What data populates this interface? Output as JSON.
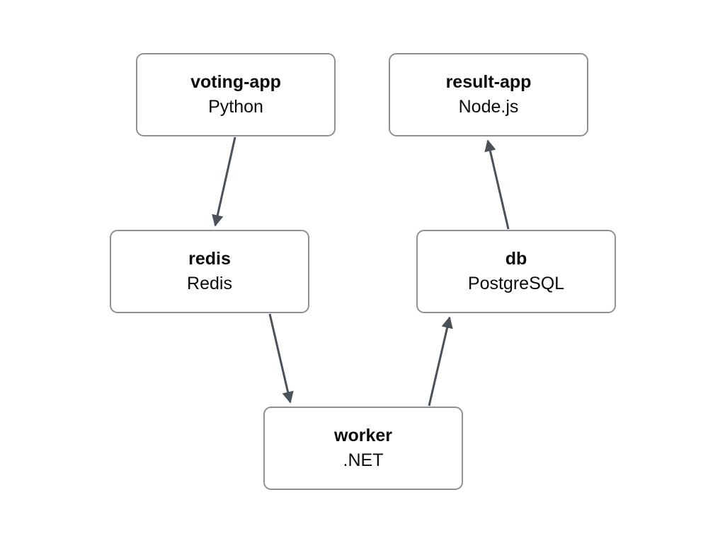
{
  "diagram": {
    "type": "architecture-diagram",
    "nodes": [
      {
        "id": "voting-app",
        "name": "voting-app",
        "tech": "Python"
      },
      {
        "id": "result-app",
        "name": "result-app",
        "tech": "Node.js"
      },
      {
        "id": "redis",
        "name": "redis",
        "tech": "Redis"
      },
      {
        "id": "db",
        "name": "db",
        "tech": "PostgreSQL"
      },
      {
        "id": "worker",
        "name": "worker",
        "tech": ".NET"
      }
    ],
    "edges": [
      {
        "from": "voting-app",
        "to": "redis"
      },
      {
        "from": "redis",
        "to": "worker"
      },
      {
        "from": "worker",
        "to": "db"
      },
      {
        "from": "db",
        "to": "result-app"
      }
    ],
    "colors": {
      "background": "#ffffff",
      "node_fill": "#ffffff",
      "node_border": "#8d9196",
      "arrow": "#4b5158",
      "text": "#0a0a0a"
    }
  }
}
